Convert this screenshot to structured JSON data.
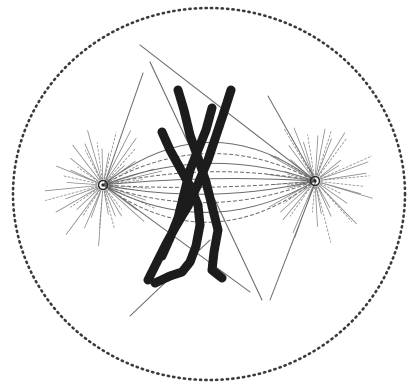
{
  "colors": {
    "background": "#ffffff",
    "cell_membrane": "#3a3a3a",
    "spindle_fiber": "#6a6a6a",
    "aster_ray": "#8a8a8a",
    "chromosome": "#1c1c1c",
    "centrosome": "#2a2a2a"
  },
  "structures": [
    "cell-membrane",
    "left-aster",
    "right-aster",
    "spindle-fibers",
    "chromosome-pair"
  ]
}
